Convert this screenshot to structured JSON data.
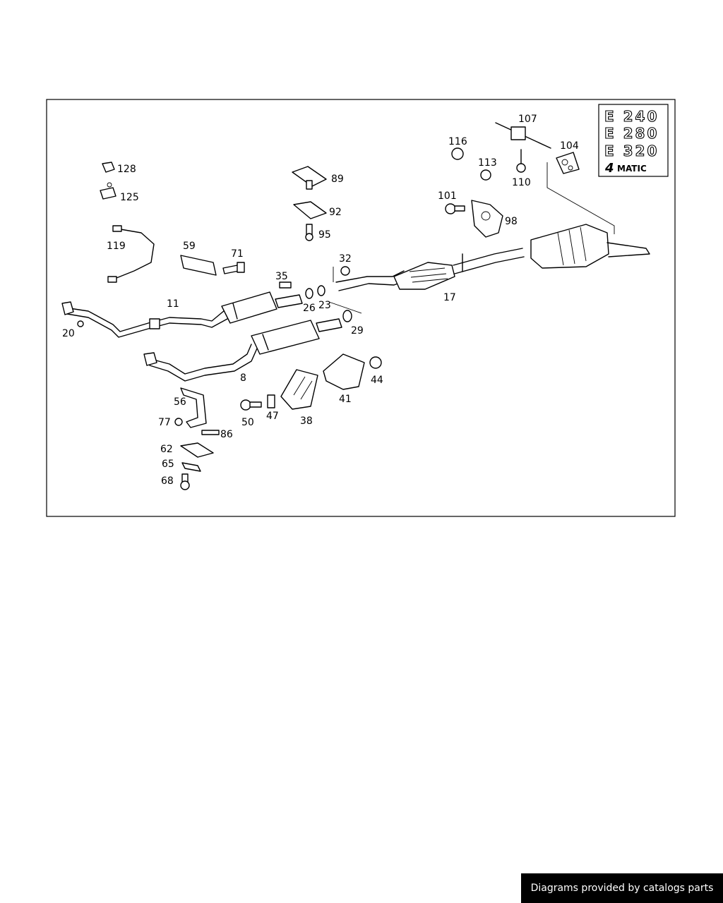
{
  "parts": [
    {
      "id": "p128",
      "label": "128"
    },
    {
      "id": "p125",
      "label": "125"
    },
    {
      "id": "p119",
      "label": "119"
    },
    {
      "id": "p59",
      "label": "59"
    },
    {
      "id": "p71",
      "label": "71"
    },
    {
      "id": "p11",
      "label": "11"
    },
    {
      "id": "p20",
      "label": "20"
    },
    {
      "id": "p89",
      "label": "89"
    },
    {
      "id": "p92",
      "label": "92"
    },
    {
      "id": "p95",
      "label": "95"
    },
    {
      "id": "p35",
      "label": "35"
    },
    {
      "id": "p26",
      "label": "26"
    },
    {
      "id": "p23",
      "label": "23"
    },
    {
      "id": "p32",
      "label": "32"
    },
    {
      "id": "p29",
      "label": "29"
    },
    {
      "id": "p17",
      "label": "17"
    },
    {
      "id": "p8",
      "label": "8"
    },
    {
      "id": "p116",
      "label": "116"
    },
    {
      "id": "p107",
      "label": "107"
    },
    {
      "id": "p104",
      "label": "104"
    },
    {
      "id": "p113",
      "label": "113"
    },
    {
      "id": "p110",
      "label": "110"
    },
    {
      "id": "p101",
      "label": "101"
    },
    {
      "id": "p98",
      "label": "98"
    },
    {
      "id": "p56",
      "label": "56"
    },
    {
      "id": "p77",
      "label": "77"
    },
    {
      "id": "p86",
      "label": "86"
    },
    {
      "id": "p62",
      "label": "62"
    },
    {
      "id": "p65",
      "label": "65"
    },
    {
      "id": "p68",
      "label": "68"
    },
    {
      "id": "p50",
      "label": "50"
    },
    {
      "id": "p47",
      "label": "47"
    },
    {
      "id": "p38",
      "label": "38"
    },
    {
      "id": "p41",
      "label": "41"
    },
    {
      "id": "p44",
      "label": "44"
    }
  ],
  "badges": {
    "e240": "E 240",
    "e280": "E 280",
    "e320": "E 320",
    "four": "4",
    "matic": "MATIC"
  },
  "footer": "Diagrams provided by catalogs parts"
}
